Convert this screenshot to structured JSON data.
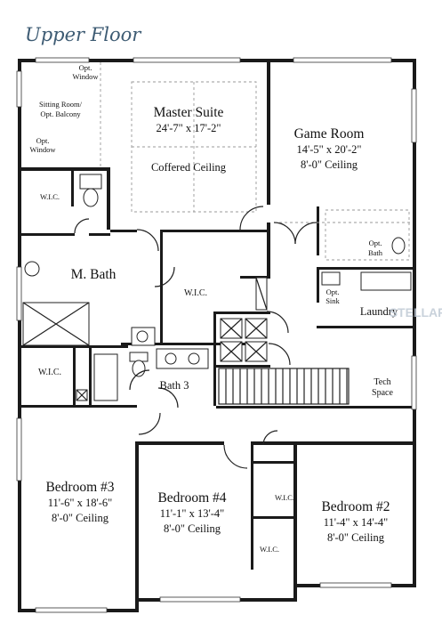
{
  "plan": {
    "title": "Upper Floor",
    "watermark": "STELLAR",
    "rooms": {
      "opt_window_top": "Opt.",
      "opt_window_top_2": "Window",
      "sitting_room": "Sitting Room/",
      "sitting_room_2": "Opt. Balcony",
      "opt_window_left": "Opt.",
      "opt_window_left_2": "Window",
      "master_suite": "Master Suite",
      "master_suite_dims": "24'-7\" x 17'-2\"",
      "coffered_ceiling": "Coffered Ceiling",
      "game_room": "Game Room",
      "game_room_dims": "14'-5\" x 20'-2\"",
      "game_room_ceiling": "8'-0\" Ceiling",
      "wic_master": "W.I.C.",
      "m_bath": "M. Bath",
      "wic_center": "W.I.C.",
      "opt_bath": "Opt.",
      "opt_bath_2": "Bath",
      "opt_sink": "Opt.",
      "opt_sink_2": "Sink",
      "laundry": "Laundry",
      "tech_space": "Tech",
      "tech_space_2": "Space",
      "wic_bed3": "W.I.C.",
      "bath3": "Bath 3",
      "bedroom3": "Bedroom #3",
      "bedroom3_dims": "11'-6\" x 18'-6\"",
      "bedroom3_ceiling": "8'-0\" Ceiling",
      "bedroom4": "Bedroom #4",
      "bedroom4_dims": "11'-1\" x 13'-4\"",
      "bedroom4_ceiling": "8'-0\" Ceiling",
      "wic_bed2_a": "W.I.C.",
      "wic_bed2_b": "W.I.C.",
      "bedroom2": "Bedroom #2",
      "bedroom2_dims": "11'-4\" x 14'-4\"",
      "bedroom2_ceiling": "8'-0\" Ceiling"
    }
  }
}
